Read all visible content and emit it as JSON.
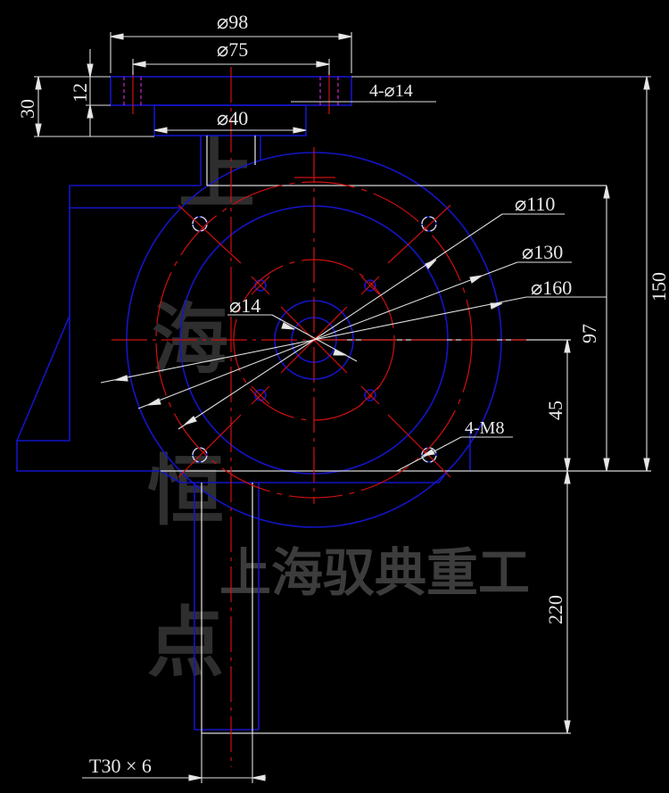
{
  "colors": {
    "background": "#000000",
    "outline": "#1010c8",
    "centerline": "#d01010",
    "hidden": "#c020c0",
    "dimension": "#e8e8e8",
    "watermark": "#3a3a3a"
  },
  "watermark": {
    "horizontal": "上海驭典重工",
    "vertical": [
      "上",
      "海",
      "恒",
      "点"
    ]
  },
  "dimensions": {
    "flange_outer_dia": "⌀98",
    "flange_bolt_circle": "⌀75",
    "flange_holes": "4-⌀14",
    "flange_thickness": "12",
    "flange_total_height": "30",
    "spigot_dia": "⌀40",
    "pcd_110": "⌀110",
    "pcd_130": "⌀130",
    "pcd_160": "⌀160",
    "input_bore": "⌀14",
    "tapped_holes": "4-M8",
    "overall_height": "150",
    "height_97": "97",
    "center_height_45": "45",
    "screw_length_220": "220",
    "thread_spec": "T30 × 6"
  }
}
